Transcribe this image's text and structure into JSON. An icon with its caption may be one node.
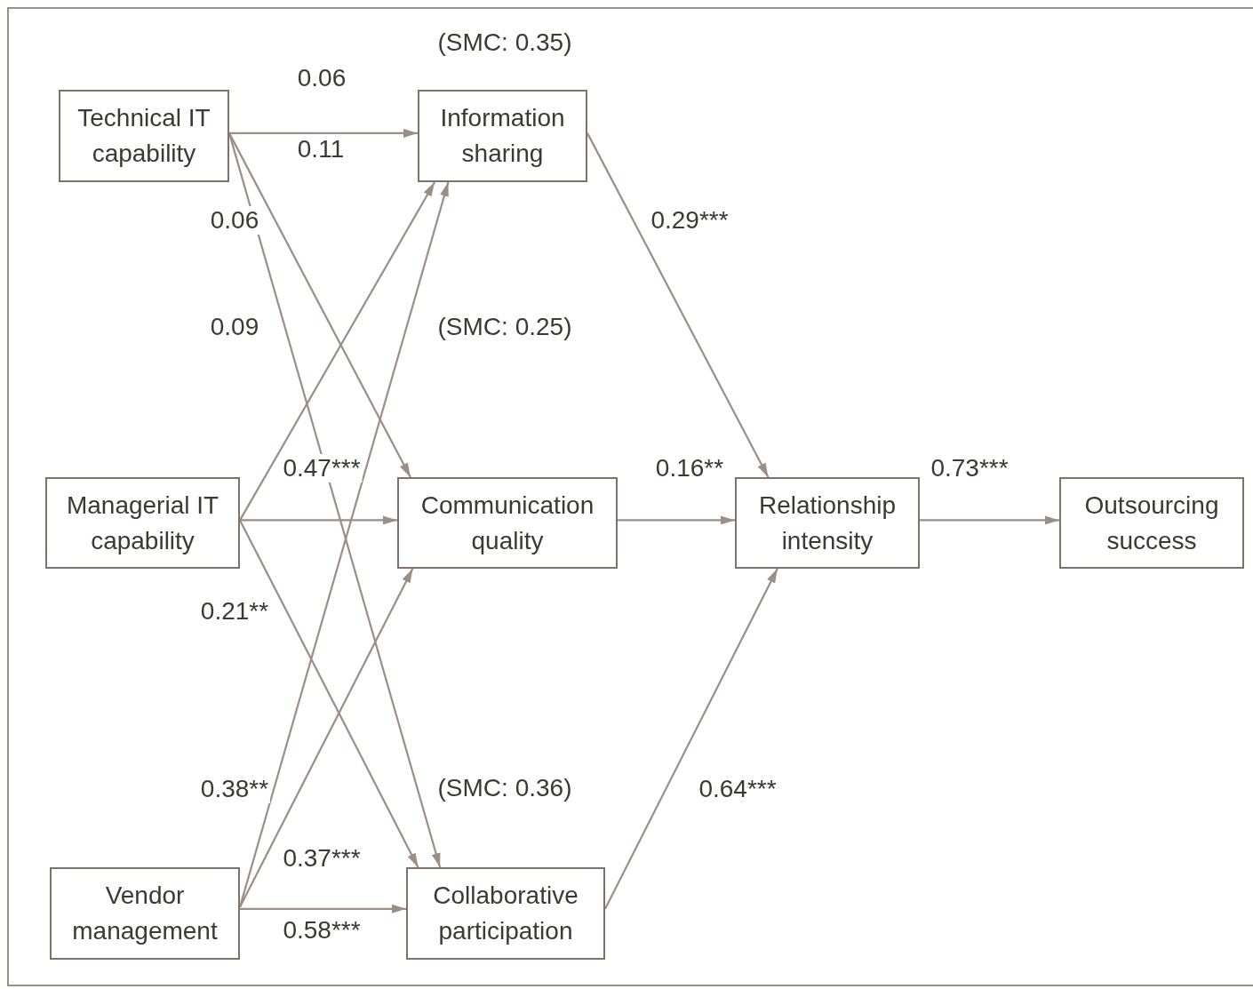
{
  "diagram": {
    "nodes": [
      {
        "text": [
          "Technical IT capability"
        ]
      },
      {
        "text": [
          "Information sharing"
        ],
        "beside": [
          "(SMC: 0.35)"
        ]
      },
      {
        "text": [
          "Managerial IT capability"
        ]
      },
      {
        "text": [
          "Communication quality"
        ]
      },
      {
        "text": [
          "Relationship intensity"
        ]
      },
      {
        "text": [
          "Outsourcing success"
        ]
      },
      {
        "text": [
          "Vendor management"
        ]
      },
      {
        "text": [
          "Collaborative participation"
        ],
        "beside": [
          "(SMC: 0.36)"
        ]
      }
    ],
    "edges": [
      {
        "from": 0,
        "to": 1,
        "arrow": "to"
      },
      {
        "from": 0,
        "to": 3,
        "arrow": "to"
      },
      {
        "from": 0,
        "to": 7,
        "arrow": "to"
      },
      {
        "from": 2,
        "to": 1,
        "arrow": "to"
      },
      {
        "from": 2,
        "to": 3,
        "arrow": "to"
      },
      {
        "from": 2,
        "to": 7,
        "arrow": "to"
      },
      {
        "from": 6,
        "to": 1,
        "arrow": "to"
      },
      {
        "from": 6,
        "to": 3,
        "arrow": "to"
      },
      {
        "from": 6,
        "to": 7,
        "arrow": "to"
      },
      {
        "from": 1,
        "to": 4,
        "arrow": "to"
      },
      {
        "from": 3,
        "to": 4,
        "arrow": "to"
      },
      {
        "from": 7,
        "to": 4,
        "arrow": "to"
      },
      {
        "from": 4,
        "to": 5,
        "arrow": "to"
      }
    ],
    "labels": [
      "0.06",
      "0.11",
      "0.06",
      "0.09",
      "(SMC: 0.25)",
      "0.29***",
      "0.47***",
      "0.16**",
      "0.73***",
      "0.21**",
      "0.38**",
      "0.64***",
      "0.37***",
      "0.58***"
    ]
  }
}
